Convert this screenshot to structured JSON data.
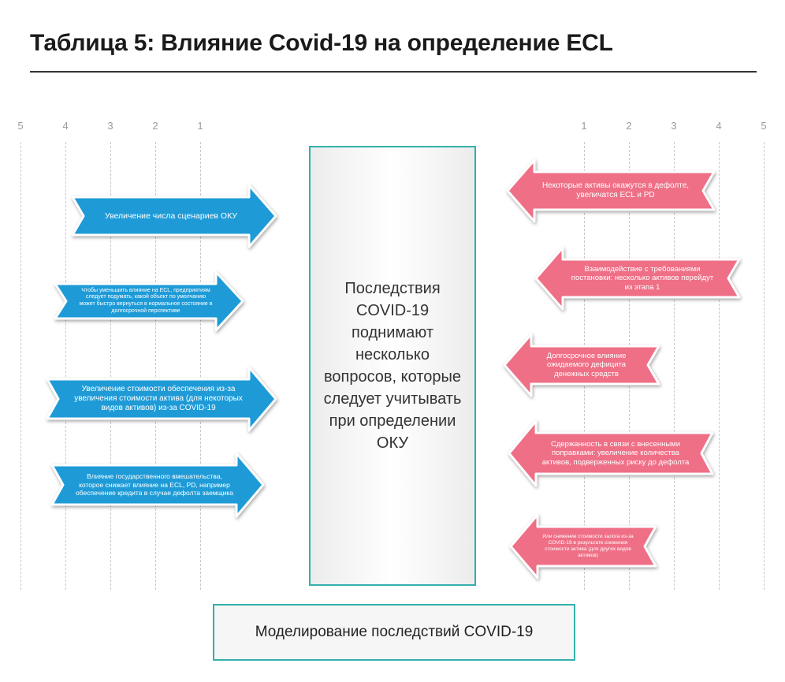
{
  "title": "Таблица 5: Влияние Covid-19 на определение ECL",
  "scale": {
    "left_ticks": [
      "5",
      "4",
      "3",
      "2",
      "1"
    ],
    "right_ticks": [
      "1",
      "2",
      "3",
      "4",
      "5"
    ]
  },
  "center": {
    "text": "Последствия COVID-19 поднимают несколько вопросов, которые следует учитывать при определении ОКУ"
  },
  "bottom_label": "Моделирование последствий COVID-19",
  "colors": {
    "blue": "#1e9bd7",
    "pink": "#ef6f86",
    "teal": "#35b0ac"
  },
  "left_arrows": [
    {
      "text": "Увеличение числа сценариев ОКУ"
    },
    {
      "text": "Чтобы уменьшить влияние на ECL, предприятиям следует подумать, какой объект по умолчанию может быстро вернуться в нормальное состояние в долгосрочной перспективе"
    },
    {
      "text": "Увеличение стоимости обеспечения из-за увеличения стоимости актива (для некоторых видов активов) из-за COVID-19"
    },
    {
      "text": "Влияние государственного вмешательства, которое снижает влияние на ECL, PD, например обеспечение кредита в случае дефолта заемщика"
    }
  ],
  "right_arrows": [
    {
      "text": "Некоторые активы окажутся в дефолте, увеличатся ECL и PD"
    },
    {
      "text": "Взаимодействие с требованиями постановки: несколько активов перейдут из этапа 1"
    },
    {
      "text": "Долгосрочное влияние ожидаемого дефицита денежных средств"
    },
    {
      "text": "Сдержанность в связи с внесенными поправками: увеличение количества активов, подверженных риску до дефолта"
    },
    {
      "text": "Или снижение стоимости залога из-за COVID-19 в результате снижения стоимости актива (для других видов активов)"
    }
  ]
}
